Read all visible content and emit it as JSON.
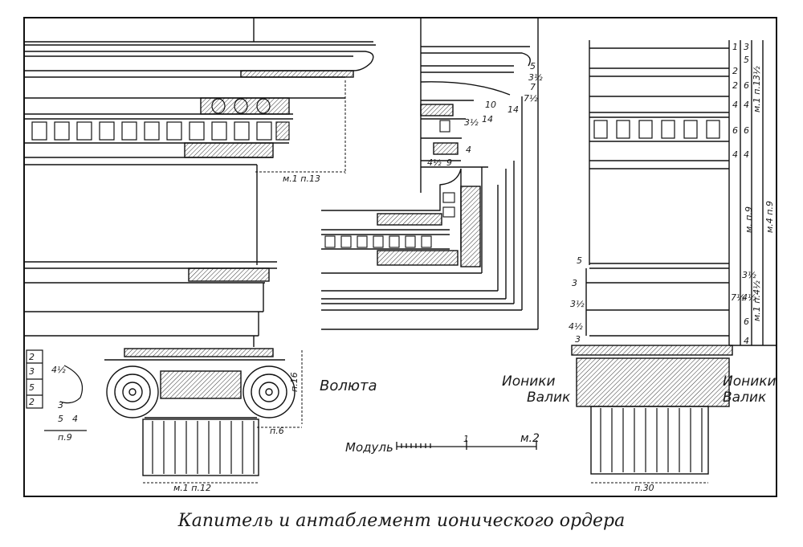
{
  "caption": "Капитель и антаблемент ионического ордера",
  "labels": {
    "volute": "Волюта",
    "module": "Модуль",
    "module_end": "м.2",
    "module_mid": "1",
    "ioniki_left": "Ионики",
    "valik_left": "Валик",
    "ioniki_right": "Ионики",
    "valik_right": "Валик"
  },
  "dimensions": {
    "cornice_projection": "м.1 п.13",
    "volute_height": "п.16",
    "volute_offset": "п.6",
    "neck_width": "м.1 п.12",
    "volute_width": "п.9",
    "side_width": "п.30",
    "right_frieze": "м. п.9",
    "right_total": "м.4 п.9",
    "right_cornice_total": "м.1 п.13½",
    "right_capital_total": "м.1 п.4½",
    "middle_dims": [
      "5",
      "3½",
      "7",
      "7½",
      "10",
      "14",
      "3½",
      "14",
      "4",
      "4½",
      "9"
    ],
    "right_col_a": [
      "1",
      "2",
      "2",
      "4",
      "6",
      "4"
    ],
    "right_col_b": [
      "3",
      "5",
      "6",
      "4",
      "6",
      "4"
    ],
    "right_cap_a": [
      "3½",
      "7½",
      "4½",
      "6",
      "4"
    ],
    "left_cap_dims": [
      "2",
      "3",
      "5",
      "2",
      "4½",
      "3",
      "5",
      "4",
      "п.9"
    ],
    "right_cap_side": [
      "5",
      "3",
      "3½",
      "4½",
      "3"
    ]
  }
}
